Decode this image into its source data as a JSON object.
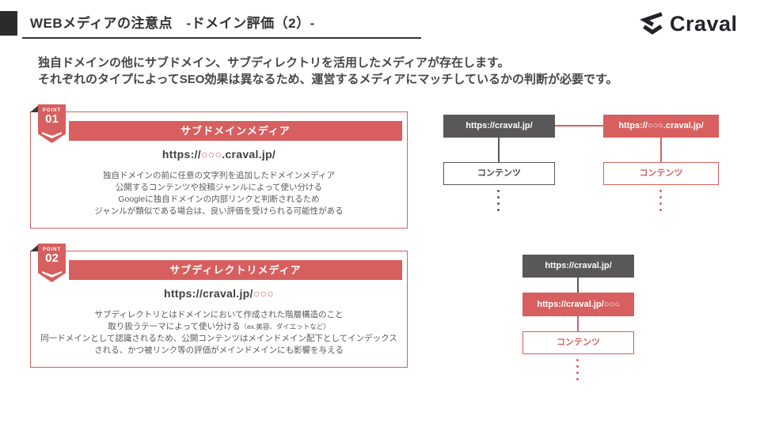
{
  "header": {
    "title": "WEBメディアの注意点　-ドメイン評価（2）-",
    "logo_text": "Craval"
  },
  "intro": {
    "line1": "独自ドメインの他にサブドメイン、サブディレクトリを活用したメディアが存在します。",
    "line2": "それぞれのタイプによってSEO効果は異なるため、運営するメディアにマッチしているかの判断が必要です。"
  },
  "points": [
    {
      "badge_label": "POINT",
      "badge_number": "01",
      "heading": "サブドメインメディア",
      "url_prefix": "https://",
      "url_highlight": "○○○",
      "url_suffix": ".craval.jp/",
      "body_lines": [
        "独自ドメインの前に任意の文字列を追加したドメインメディア",
        "公開するコンテンツや投稿ジャンルによって使い分ける",
        "Googleに独自ドメインの内部リンクと判断されるため",
        "ジャンルが類似である場合は、良い評価を受けられる可能性がある"
      ]
    },
    {
      "badge_label": "POINT",
      "badge_number": "02",
      "heading": "サブディレクトリメディア",
      "url_prefix": "https://craval.jp/",
      "url_highlight": "○○○",
      "url_suffix": "",
      "body_lines": [
        "サブディレクトリとはドメインにおいて作成された階層構造のこと",
        "取り扱うテーマによって使い分ける",
        "同一ドメインとして認識されるため、公開コンテンツはメインドメイン配下としてインデックス",
        "される、かつ被リンク等の評価がメインドメインにも影響を与える"
      ],
      "body_line2_note": "（ex.美容、ダイエットなど）"
    }
  ],
  "diagram_subdomain": {
    "main_url": "https://craval.jp/",
    "sub_url": "https://○○○.craval.jp/",
    "main_content_label": "コンテンツ",
    "sub_content_label": "コンテンツ"
  },
  "diagram_subdirectory": {
    "main_url": "https://craval.jp/",
    "sub_url": "https://craval.jp/○○○",
    "content_label": "コンテンツ"
  },
  "colors": {
    "accent_red": "#d85f5f",
    "dark_gray": "#595757",
    "ink": "#2b2b2b"
  }
}
